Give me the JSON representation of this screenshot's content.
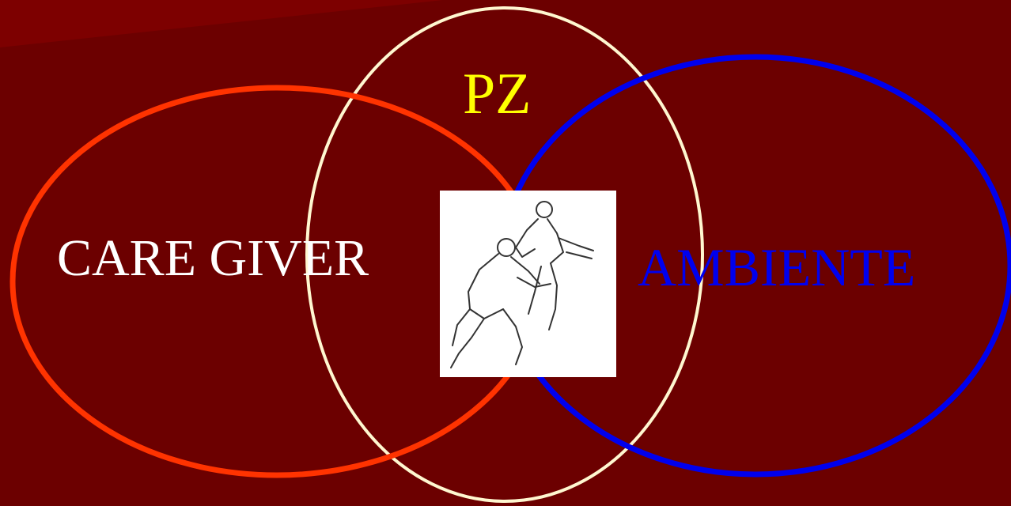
{
  "diagram": {
    "background_color": "#6c0000",
    "background_accent_color": "#7d0000",
    "nodes": [
      {
        "id": "pz",
        "label": "PZ",
        "text_color": "#ffff00",
        "ring_color": "#fff7d0"
      },
      {
        "id": "care_giver",
        "label": "CARE GIVER",
        "text_color": "#ffffff",
        "ring_color": "#ff3300"
      },
      {
        "id": "ambiente",
        "label": "AMBIENTE",
        "text_color": "#0000ee",
        "ring_color": "#0000ee"
      }
    ],
    "center_image": {
      "icon": "caregiver-lifting-patient-icon"
    }
  }
}
